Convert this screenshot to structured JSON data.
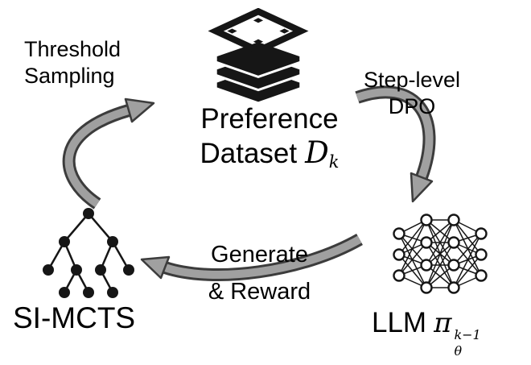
{
  "labels": {
    "threshold_line1": "Threshold",
    "threshold_line2": "Sampling",
    "step_dpo_line1": "Step-level",
    "step_dpo_line2": "DPO",
    "preference_dataset": "Preference Dataset",
    "dataset_symbol": "D",
    "dataset_subscript": "k",
    "generate_line1": "Generate",
    "generate_line2": "& Reward",
    "si_mcts": "SI-MCTS",
    "llm_prefix": "LLM",
    "llm_pi": "π",
    "llm_sup": "k−1",
    "llm_sub": "θ"
  },
  "icons": {
    "dataset_stack": "layered-dataset-stack-icon",
    "tree": "mcts-tree-icon",
    "neural_network": "neural-network-icon",
    "arrows": [
      "threshold-sampling-arrow",
      "step-dpo-arrow",
      "generate-reward-arrow"
    ]
  },
  "colors": {
    "arrow_fill": "#a0a0a0",
    "arrow_outline": "#3c3c3c",
    "icon_color": "#161616",
    "text_color": "#000000",
    "background": "#ffffff"
  }
}
